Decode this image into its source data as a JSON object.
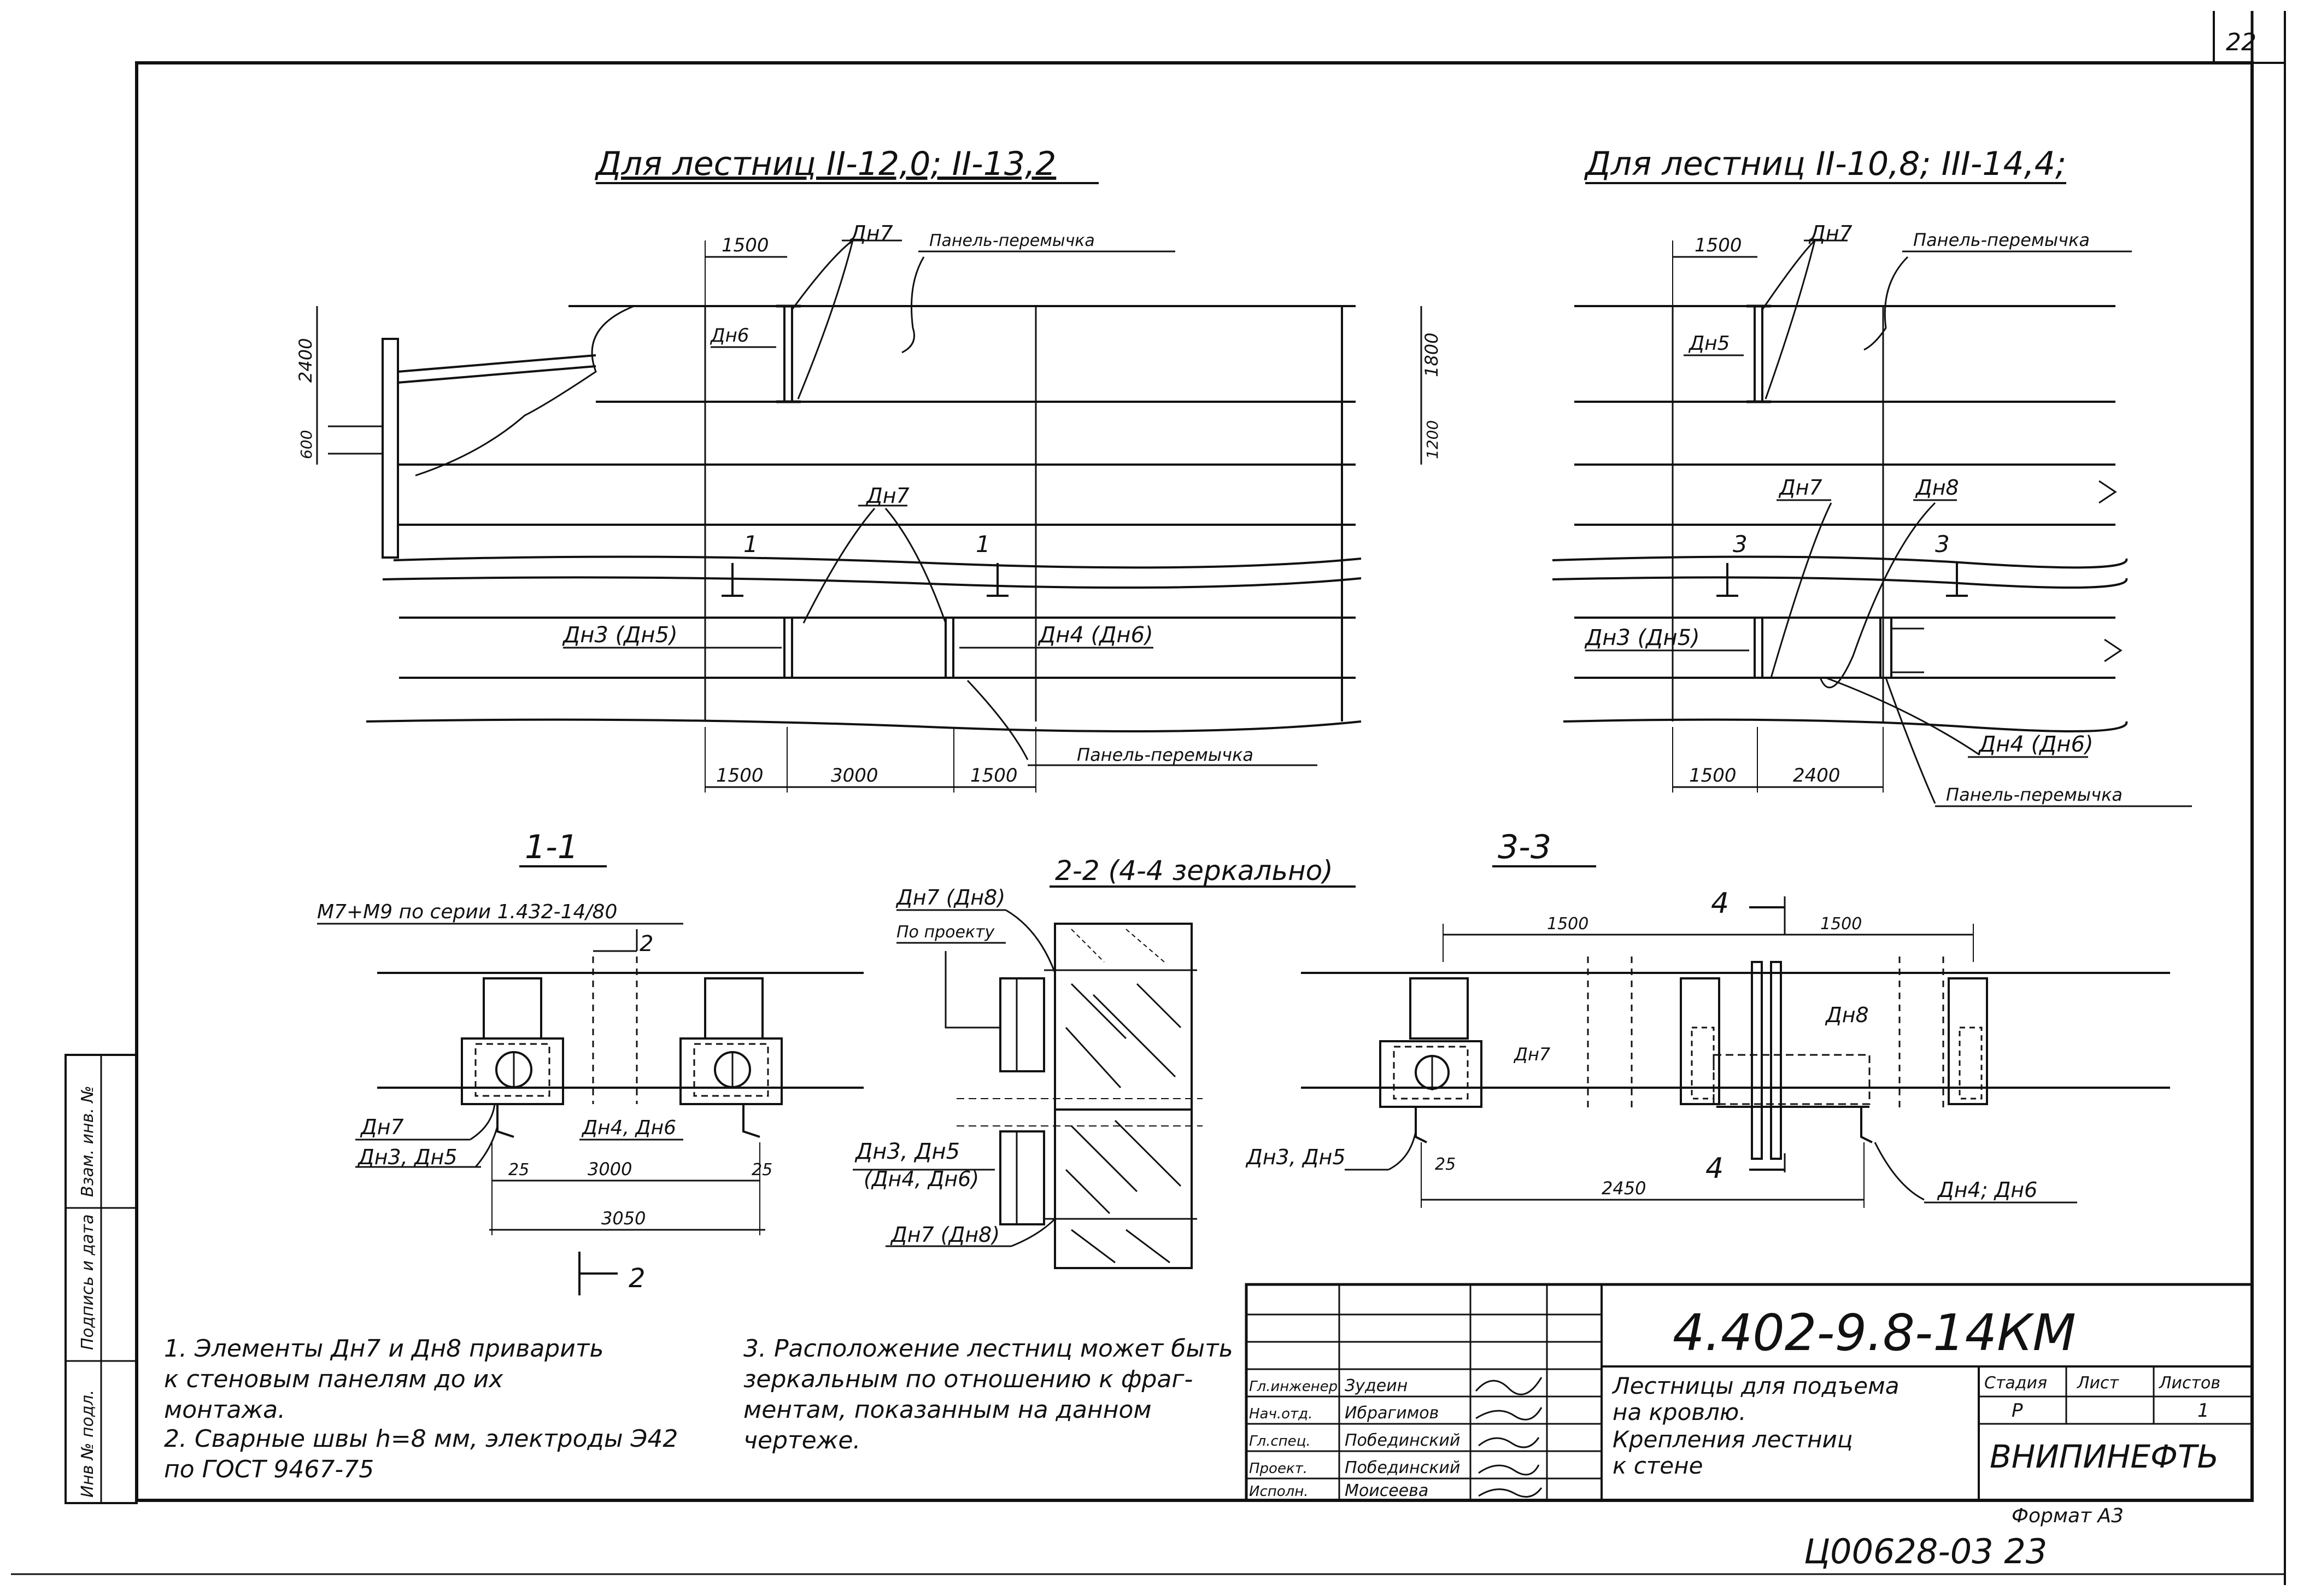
{
  "sheet_number": "22",
  "headings": {
    "left_plan": "Для лестниц II-12,0; II-13,2",
    "right_plan": "Для лестниц II-10,8; III-14,4;",
    "section_1": "1-1",
    "section_2": "2-2 (4-4 зеркально)",
    "section_3": "3-3"
  },
  "left_plan": {
    "dims_top": [
      "1500"
    ],
    "dims_bottom": [
      "1500",
      "3000",
      "1500"
    ],
    "dims_left": [
      "2400",
      "600"
    ],
    "dims_right": [
      "1800",
      "1200"
    ],
    "labels": {
      "di7_top": "Дн7",
      "panel_top": "Панель-перемычка",
      "di6": "Дн6",
      "di7_mid": "Дн7",
      "cut_1a": "1",
      "cut_1b": "1",
      "di3": "Дн3 (Дн5)",
      "di4": "Дн4 (Дн6)",
      "panel_bottom": "Панель-перемычка"
    }
  },
  "right_plan": {
    "dims_top": [
      "1500"
    ],
    "dims_bottom": [
      "1500",
      "2400"
    ],
    "labels": {
      "di7_top": "Дн7",
      "panel_top": "Панель-перемычка",
      "di5": "Дн5",
      "di7_mid": "Дн7",
      "di8": "Дн8",
      "cut_3a": "3",
      "cut_3b": "3",
      "di3": "Дн3 (Дн5)",
      "di4": "Дн4 (Дн6)",
      "panel_bottom": "Панель-перемычка"
    }
  },
  "section_1": {
    "series_note": "М7+М9 по серии 1.432-14/80",
    "cut_top": "2",
    "cut_bottom": "2",
    "labels": [
      "Дн7",
      "Дн3, Дн5",
      "Дн4, Дн6"
    ],
    "dims": [
      "25",
      "3000",
      "25",
      "3050"
    ]
  },
  "section_2": {
    "labels": [
      "Дн7 (Дн8)",
      "По проекту",
      "Дн3, Дн5",
      "(Дн4, Дн6)",
      "Дн7 (Дн8)"
    ]
  },
  "section_3": {
    "cut_top": "4",
    "cut_bottom": "4",
    "labels": [
      "Дн8",
      "Дн7",
      "Дн3, Дн5",
      "Дн4; Дн6"
    ],
    "dims": [
      "1500",
      "1500",
      "25",
      "2450"
    ]
  },
  "notes_left": [
    "1. Элементы Дн7 и Дн8 приварить\n    к стеновым панелям до их\n    монтажа.",
    "2. Сварные швы h=8 мм, электроды Э42\n    по ГОСТ 9467-75"
  ],
  "notes_right": [
    "3. Расположение лестниц может быть\n    зеркальным по отношению к фраг-\n    ментам, показанным на данном\n    чертеже."
  ],
  "side_stamp": [
    "Инв № подл.",
    "Подпись и дата",
    "Взам. инв. №"
  ],
  "title_block": {
    "code": "4.402-9.8-14КМ",
    "title_lines": [
      "Лестницы для подъема",
      "на кровлю.",
      "Крепления лестниц",
      "к стене"
    ],
    "stage_header": "Стадия",
    "sheet_header": "Лист",
    "sheets_header": "Листов",
    "stage_value": "Р",
    "sheet_value": "",
    "sheets_value": "1",
    "organization": "ВНИПИНЕФТЬ",
    "staff": [
      {
        "role": "Гл.инженер",
        "name": "Зудеин"
      },
      {
        "role": "Нач.отд.",
        "name": "Ибрагимов"
      },
      {
        "role": "Гл.спец.",
        "name": "Побединский"
      },
      {
        "role": "Проект.",
        "name": "Побединский"
      },
      {
        "role": "Исполн.",
        "name": "Моисеева"
      }
    ]
  },
  "format": "Формат А3",
  "archive_number": "Ц00628-03  23"
}
